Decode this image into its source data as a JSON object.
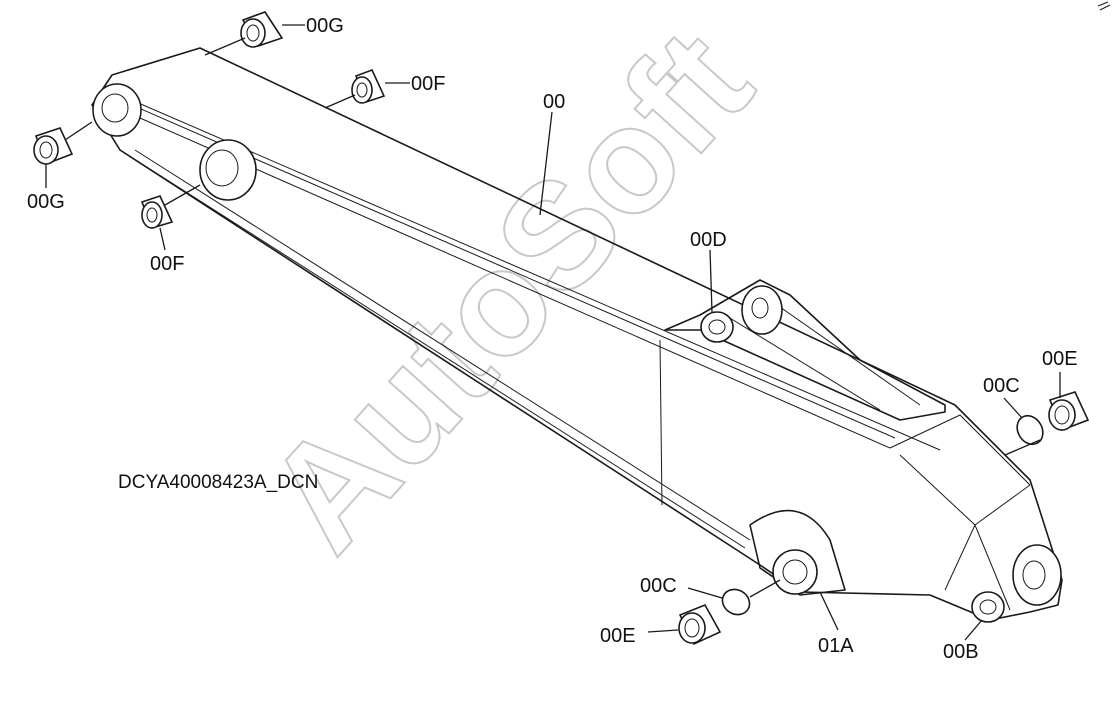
{
  "drawing_code": "DCYA40008423A_DCN",
  "watermark": "AutoSoft",
  "colors": {
    "line": "#1a1a1a",
    "watermark": "#c8c8c8",
    "background": "#ffffff"
  },
  "parts": [
    {
      "id": "00G",
      "ref": "bushing-top"
    },
    {
      "id": "00F",
      "ref": "bushing-top"
    },
    {
      "id": "00",
      "ref": "boom"
    },
    {
      "id": "00G",
      "ref": "bushing-left"
    },
    {
      "id": "00F",
      "ref": "bushing-left"
    },
    {
      "id": "00D",
      "ref": "boss"
    },
    {
      "id": "00C",
      "ref": "ring-right"
    },
    {
      "id": "00E",
      "ref": "bushing-right"
    },
    {
      "id": "00C",
      "ref": "ring-bottom"
    },
    {
      "id": "00E",
      "ref": "bushing-bottom"
    },
    {
      "id": "01A",
      "ref": "plate"
    },
    {
      "id": "00B",
      "ref": "boss-bottom"
    }
  ]
}
